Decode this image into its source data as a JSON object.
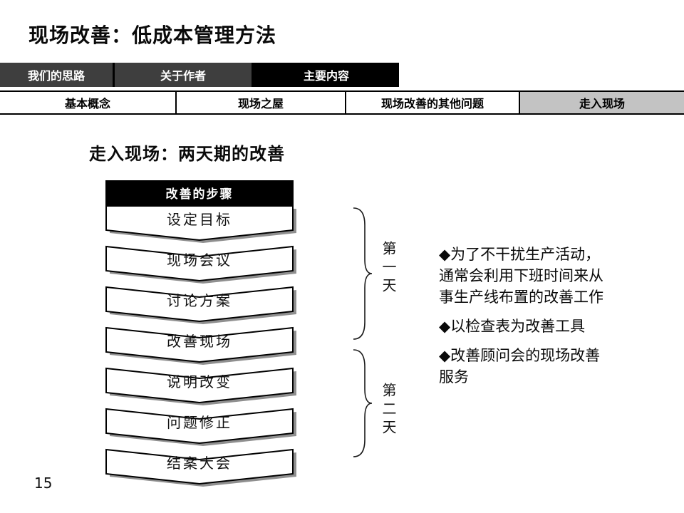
{
  "slide": {
    "title": "现场改善：低成本管理方法",
    "section_title": "走入现场：两天期的改善",
    "page_number": "15"
  },
  "nav_primary": {
    "tabs": [
      {
        "label": "我们的思路",
        "active": false
      },
      {
        "label": "关于作者",
        "active": false
      },
      {
        "label": "主要内容",
        "active": true
      }
    ]
  },
  "nav_secondary": {
    "tabs": [
      {
        "label": "基本概念",
        "active": false
      },
      {
        "label": "现场之屋",
        "active": false
      },
      {
        "label": "现场改善的其他问题",
        "active": false
      },
      {
        "label": "走入现场",
        "active": true
      }
    ]
  },
  "flowchart": {
    "header": "改善的步骤",
    "steps": [
      "设定目标",
      "现场会议",
      "讨论方案",
      "改善现场",
      "说明改变",
      "问题修正",
      "结案大会"
    ]
  },
  "day_groups": [
    {
      "label": "第一天",
      "covers_steps": [
        "设定目标",
        "现场会议",
        "讨论方案",
        "改善现场"
      ]
    },
    {
      "label": "第二天",
      "covers_steps": [
        "说明改变",
        "问题修正",
        "结案大会"
      ]
    }
  ],
  "notes": [
    {
      "lines": [
        "◆为了不干扰生产活动，",
        "通常会利用下班时间来从",
        "事生产线布置的改善工作"
      ]
    },
    {
      "lines": [
        "◆以检查表为改善工具"
      ]
    },
    {
      "lines": [
        "◆改善顾问会的现场改善",
        "服务"
      ]
    }
  ],
  "colors": {
    "tab_inactive_bg": "#3e3e3e",
    "tab_active_bg": "#000000",
    "tab_text": "#ffffff",
    "secondary_tab_active_bg": "#c3c3c3",
    "flow_header_bg": "#000000",
    "box_shadow": "#8f8f8f"
  }
}
